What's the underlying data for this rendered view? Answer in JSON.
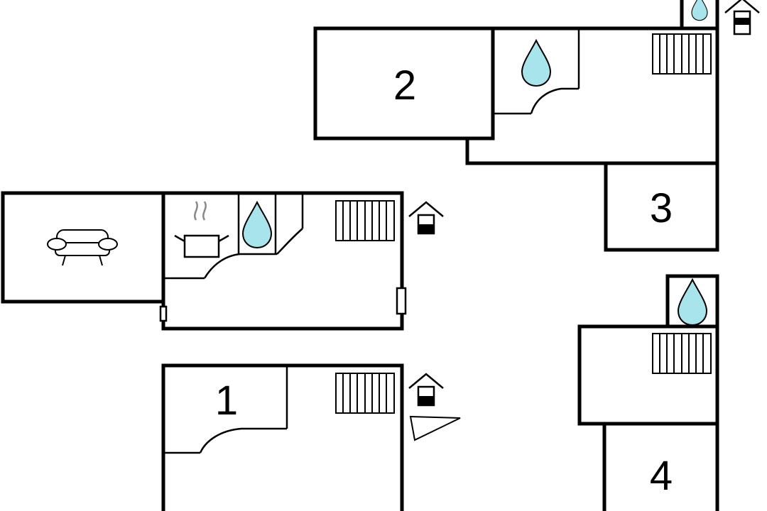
{
  "rooms": [
    {
      "id": "room-1",
      "label": "1"
    },
    {
      "id": "room-2",
      "label": "2"
    },
    {
      "id": "room-3",
      "label": "3"
    },
    {
      "id": "room-4",
      "label": "4"
    }
  ],
  "icons": {
    "bathroom": "water-drop-icon",
    "radiator": "radiator-icon",
    "entrance": "house-entrance-icon",
    "kitchen": "cooking-pot-icon",
    "living": "sofa-icon"
  },
  "colors": {
    "wall": "#000000",
    "water": "#a8e4ec",
    "background": "#ffffff"
  }
}
